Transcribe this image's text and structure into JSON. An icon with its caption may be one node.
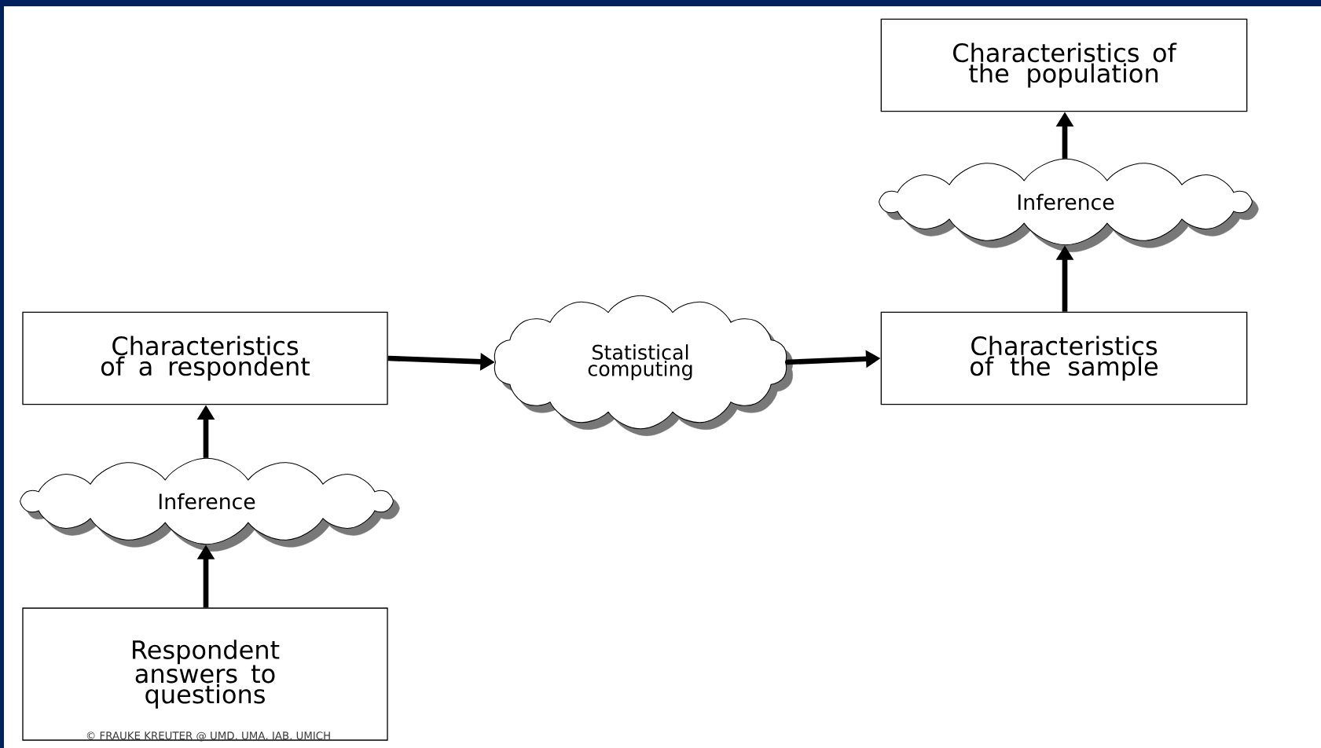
{
  "diagram": {
    "nodes": [
      {
        "text": [
          "Characteristics of the population"
        ]
      },
      {
        "text": [
          "Inference"
        ]
      },
      {
        "text": [
          "Characteristics of a respondent"
        ]
      },
      {
        "text": [
          "Statistical computing"
        ]
      },
      {
        "text": [
          "Characteristics of the sample"
        ]
      },
      {
        "text": [
          "Inference"
        ]
      },
      {
        "text": [
          "Respondent answers to questions"
        ]
      }
    ],
    "edges": [
      {
        "from": 6,
        "to": 5,
        "arrow": "to"
      },
      {
        "from": 5,
        "to": 2,
        "arrow": "to"
      },
      {
        "from": 2,
        "to": 3,
        "arrow": "to"
      },
      {
        "from": 3,
        "to": 4,
        "arrow": "to"
      },
      {
        "from": 4,
        "to": 1,
        "arrow": "to"
      },
      {
        "from": 1,
        "to": 0,
        "arrow": "to"
      }
    ],
    "labels": [
      "© FRAUKE KREUTER @ UMD, UMA, IAB,  UMICH"
    ]
  }
}
